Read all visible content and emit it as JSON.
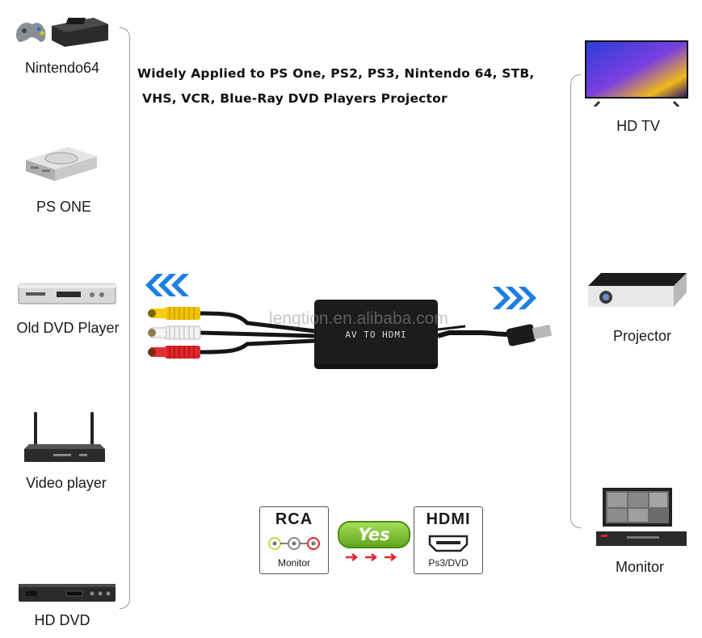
{
  "headline": {
    "line1": "Widely Applied to PS One, PS2, PS3, Nintendo 64, STB,",
    "line2": "VHS, VCR, Blue-Ray DVD Players Projector"
  },
  "sources": [
    {
      "label": "Nintendo64",
      "icon": "nintendo64-console-icon"
    },
    {
      "label": "PS ONE",
      "icon": "ps-one-console-icon"
    },
    {
      "label": "Old DVD Player",
      "icon": "dvd-player-icon"
    },
    {
      "label": "Video player",
      "icon": "router-video-player-icon"
    },
    {
      "label": "HD DVD",
      "icon": "hd-dvd-player-icon"
    }
  ],
  "outputs": [
    {
      "label": "HD TV",
      "icon": "tv-icon"
    },
    {
      "label": "Projector",
      "icon": "projector-icon"
    },
    {
      "label": "Monitor",
      "icon": "monitor-icon"
    }
  ],
  "adapter": {
    "box_label": "AV TO HDMI",
    "watermark": "lengtion.en.alibaba.com"
  },
  "badges": {
    "rca_title": "RCA",
    "rca_sub": "Monitor",
    "yes_label": "Yes",
    "hdmi_title": "HDMI",
    "hdmi_sub": "Ps3/DVD"
  },
  "colors": {
    "yellow_plug": "#f2c200",
    "white_plug": "#f2f2f2",
    "red_plug": "#e0262b",
    "arrow_blue": "#1f7fe0",
    "yes_green": "#7cc42b",
    "arrow_red": "#e0262b"
  }
}
